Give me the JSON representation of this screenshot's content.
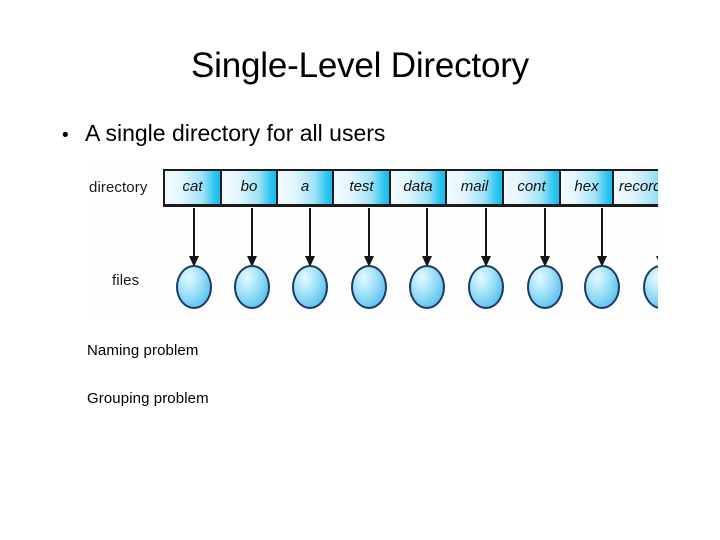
{
  "slide": {
    "title": "Single-Level Directory",
    "bullet_marker": "•",
    "bullet_text": "A single directory for all users",
    "notes": [
      "Naming problem",
      "Grouping problem"
    ]
  },
  "diagram": {
    "row_labels": {
      "directory": "directory",
      "files": "files"
    },
    "entries": [
      "cat",
      "bo",
      "a",
      "test",
      "data",
      "mail",
      "cont",
      "hex",
      "records"
    ],
    "file_count": 9,
    "colors": {
      "cell_gradient_start": "#f2fbfe",
      "cell_gradient_end": "#14bdef",
      "cell_border": "#1b1b1b",
      "file_fill_light": "#e6f8fe",
      "file_fill_dark": "#3fb3e6",
      "file_border": "#1d3a63",
      "arrow": "#151515",
      "text": "#000000",
      "background": "#ffffff"
    }
  }
}
